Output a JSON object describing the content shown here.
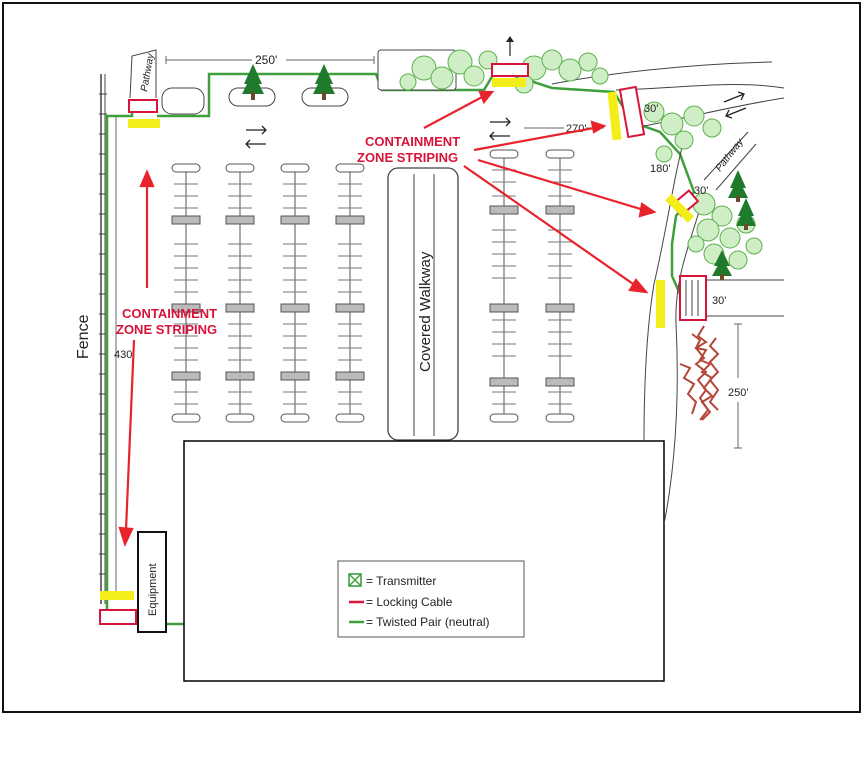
{
  "labels": {
    "containment_zone_top_line1": "CONTAINMENT",
    "containment_zone_top_line2": "ZONE STRIPING",
    "containment_zone_left_line1": "CONTAINMENT",
    "containment_zone_left_line2": "ZONE STRIPING",
    "fence": "Fence",
    "equipment": "Equipment",
    "covered_walkway": "Covered Walkway",
    "pathway_left": "Pathway",
    "pathway_right": "Pathway"
  },
  "dimensions": {
    "top_250": "250'",
    "top_270": "270'",
    "right_30_top": "30'",
    "right_180": "180'",
    "right_30_mid": "30'",
    "right_30_bottom": "30'",
    "right_250": "250'",
    "left_430": "430'"
  },
  "legend": {
    "transmitter": "= Transmitter",
    "locking_cable": "= Locking Cable",
    "twisted_pair": "= Twisted Pair (neutral)"
  },
  "colors": {
    "twisted_pair_green": "#3ea03a",
    "locking_cable_red": "#d9143a",
    "striping_yellow": "#f3ee1a",
    "arrow_red": "#e8232b",
    "tree_green": "#1f7a2c",
    "shrub_green": "#7bc86a",
    "red_shrub": "#b5473a"
  }
}
